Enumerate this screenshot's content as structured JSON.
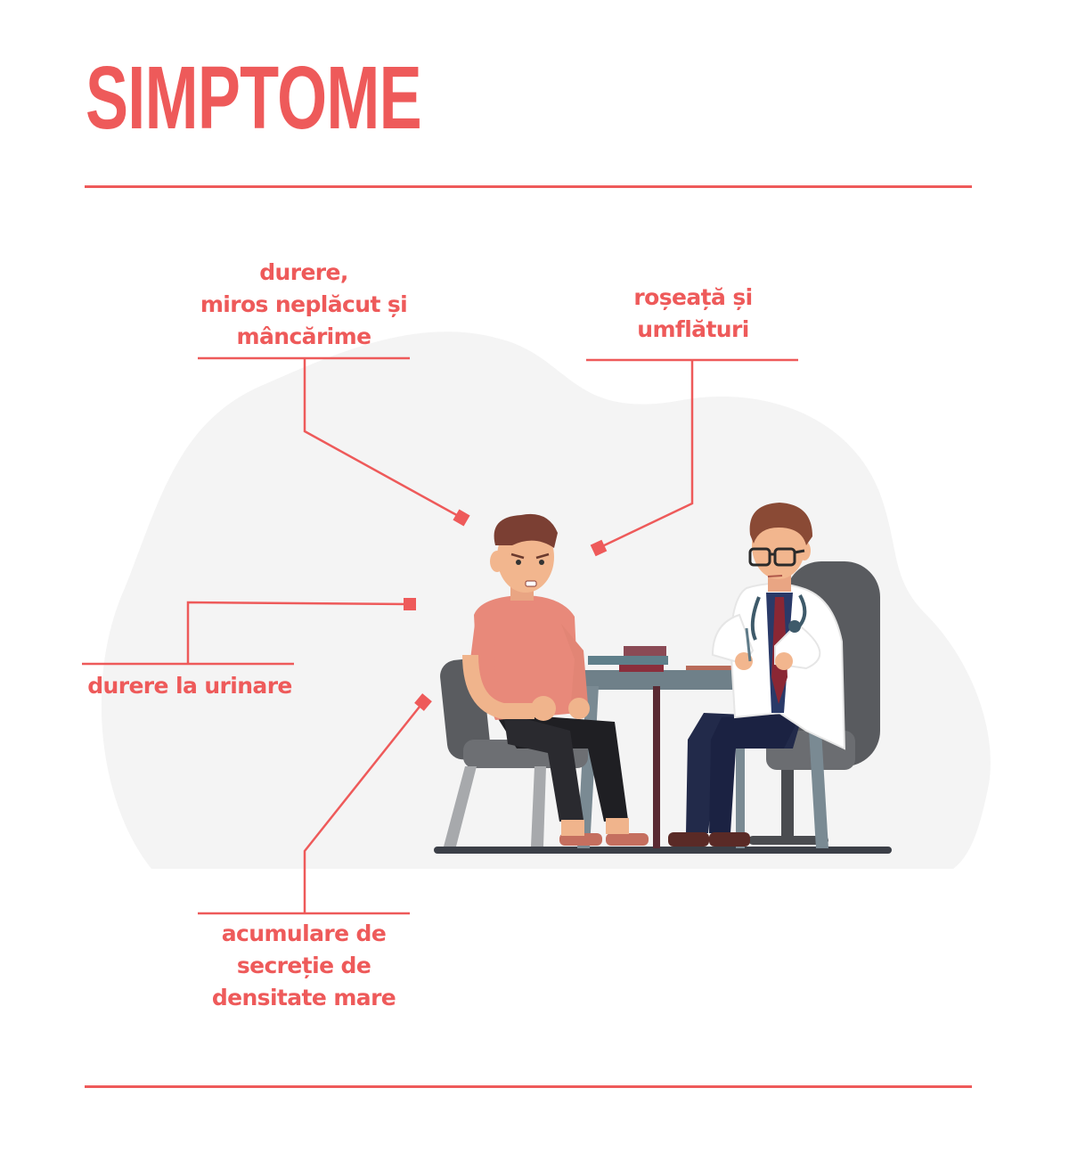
{
  "title": "SIMPTOME",
  "colors": {
    "accent": "#ee5a5a",
    "background_blob": "#f4f4f4"
  },
  "symptoms": {
    "top_left": {
      "lines": [
        "durere,",
        "miros neplăcut și",
        "mâncărime"
      ]
    },
    "top_right": {
      "lines": [
        "roșeață și",
        "umflături"
      ]
    },
    "middle_left": {
      "lines": [
        "durere la urinare"
      ]
    },
    "bottom_left": {
      "lines": [
        "acumulare de",
        "secreție de",
        "densitate mare"
      ]
    }
  },
  "illustration": {
    "patient": "patient-figure",
    "doctor": "doctor-figure"
  }
}
